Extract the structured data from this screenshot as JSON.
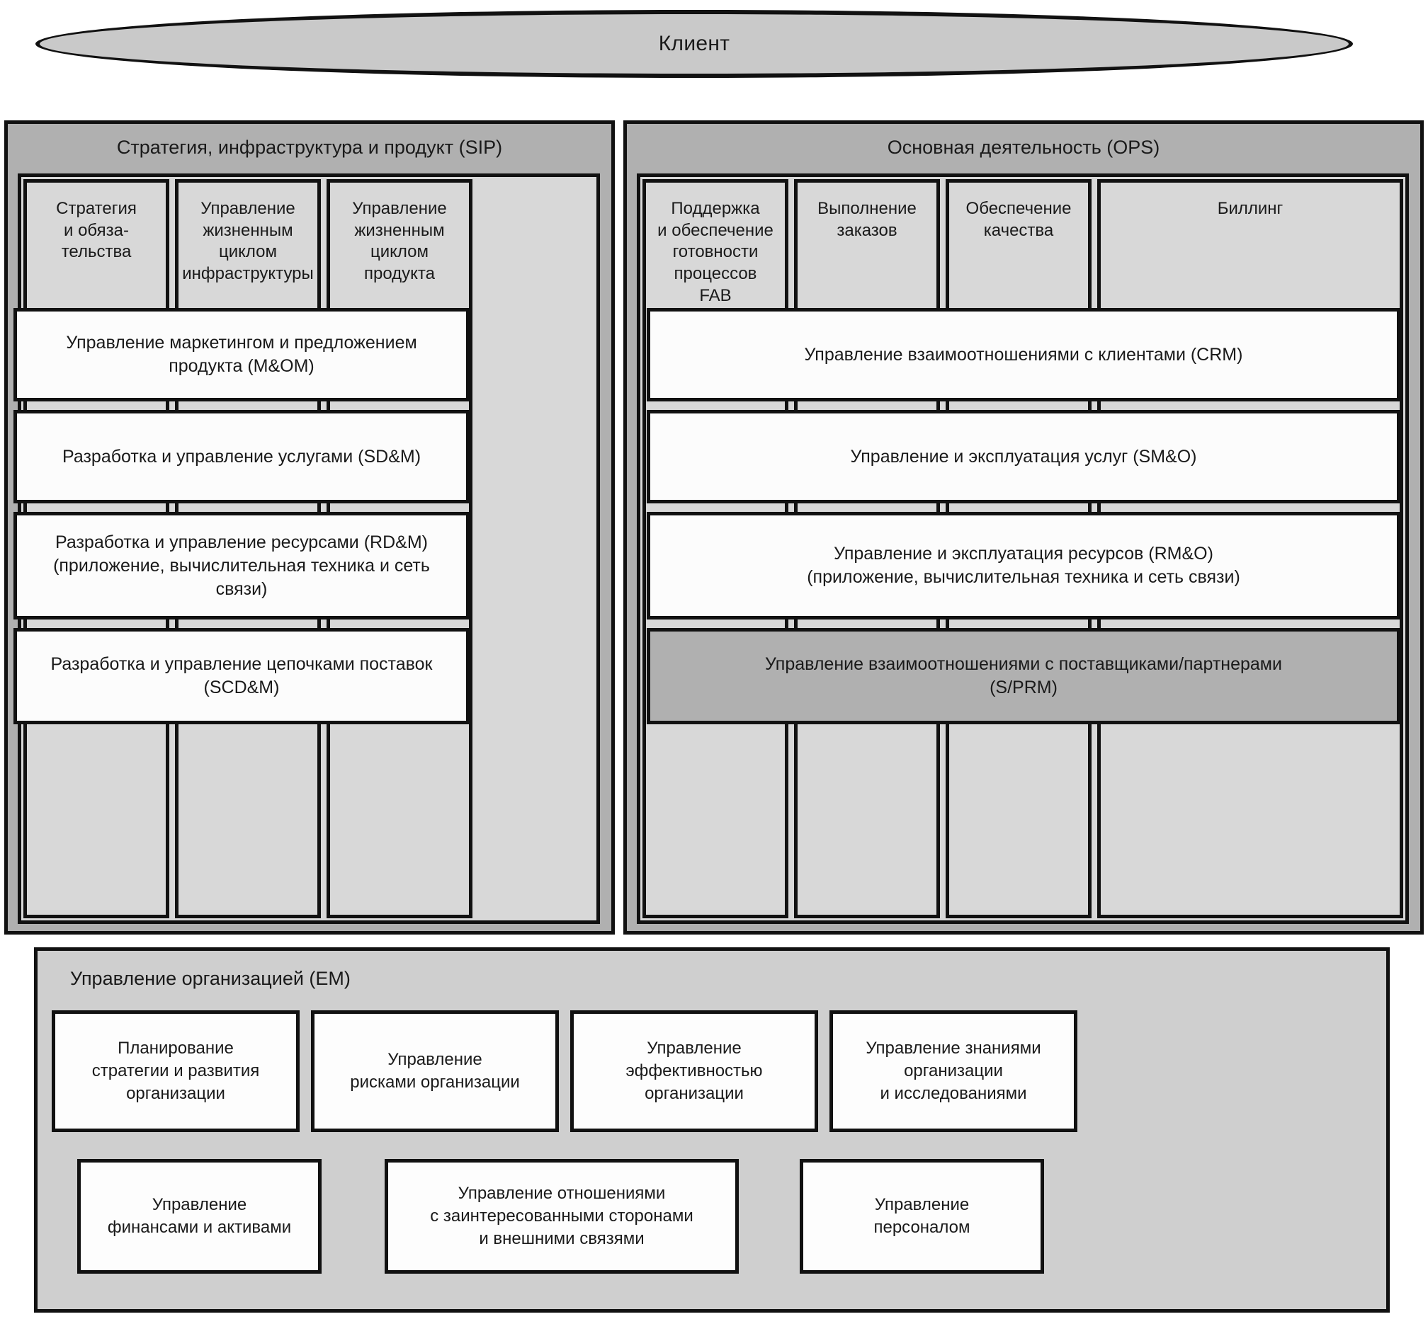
{
  "diagram": {
    "title": "eTOM business process framework",
    "customer": {
      "label": "Клиент"
    },
    "colors": {
      "panel_gray": "#b0b0b0",
      "column_gray": "#d8d8d8",
      "row_white": "#fcfcfc",
      "row_shaded": "#b0b0b0",
      "em_gray": "#cfcfcf",
      "border": "#111111",
      "text": "#1a1a1a"
    },
    "sip": {
      "title": "Стратегия, инфраструктура и продукт (SIP)",
      "columns": [
        {
          "label": "Стратегия\nи обяза-\nтельства"
        },
        {
          "label": "Управление\nжизненным\nциклом\nинфраструктуры"
        },
        {
          "label": "Управление\nжизненным\nциклом\nпродукта"
        }
      ],
      "rows": [
        {
          "label": "Управление маркетингом и предложением\nпродукта (M&OM)",
          "shaded": false
        },
        {
          "label": "Разработка и управление услугами (SD&M)",
          "shaded": false
        },
        {
          "label": "Разработка и управление ресурсами (RD&M)\n(приложение, вычислительная техника и сеть\nсвязи)",
          "shaded": false
        },
        {
          "label": "Разработка и управление цепочками поставок\n(SCD&M)",
          "shaded": false
        }
      ]
    },
    "ops": {
      "title": "Основная деятельность (OPS)",
      "columns": [
        {
          "label": "Поддержка\nи обеспечение\nготовности\nпроцессов\nFAB"
        },
        {
          "label": "Выполнение\nзаказов"
        },
        {
          "label": "Обеспечение\nкачества"
        },
        {
          "label": "Биллинг"
        }
      ],
      "rows": [
        {
          "label": "Управление взаимоотношениями с клиентами (CRM)",
          "shaded": false
        },
        {
          "label": "Управление и эксплуатация услуг (SM&O)",
          "shaded": false
        },
        {
          "label": "Управление и эксплуатация ресурсов (RM&O)\n(приложение, вычислительная техника и сеть связи)",
          "shaded": false
        },
        {
          "label": "Управление взаимоотношениями с поставщиками/партнерами\n(S/PRM)",
          "shaded": true
        }
      ]
    },
    "em": {
      "title": "Управление организацией (EM)",
      "row1": [
        {
          "label": "Планирование\nстратегии и развития\nорганизации"
        },
        {
          "label": "Управление\nрисками организации"
        },
        {
          "label": "Управление\nэффективностью\nорганизации"
        },
        {
          "label": "Управление знаниями\nорганизации\nи исследованиями"
        }
      ],
      "row2": [
        {
          "label": "Управление\nфинансами и активами"
        },
        {
          "label": "Управление отношениями\nс заинтересованными сторонами\nи внешними связями"
        },
        {
          "label": "Управление\nперсоналом"
        }
      ]
    }
  }
}
